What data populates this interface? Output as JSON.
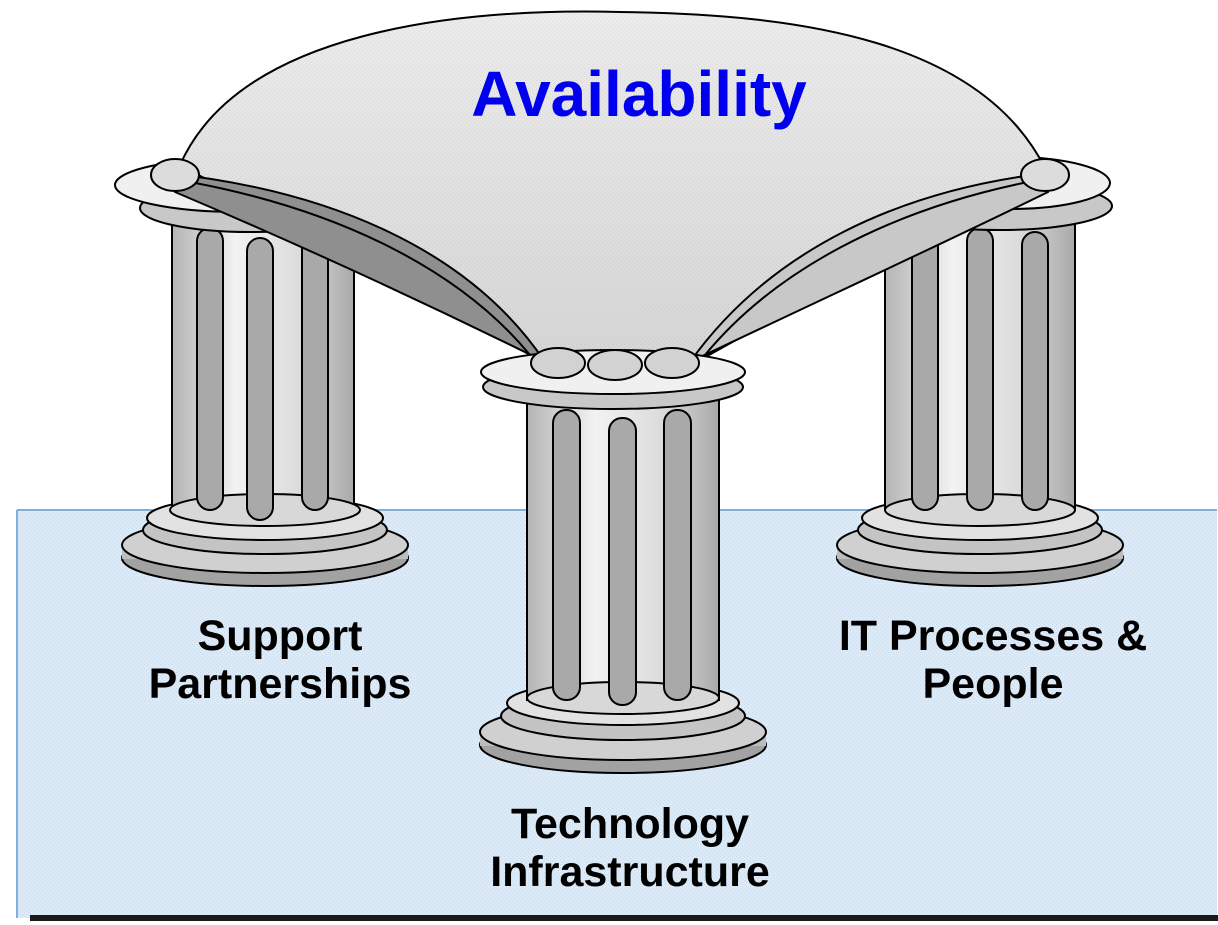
{
  "title": "Availability",
  "pillars": [
    {
      "line1": "Support",
      "line2": "Partnerships"
    },
    {
      "line1": "Technology",
      "line2": "Infrastructure"
    },
    {
      "line1": "IT Processes &",
      "line2": "People"
    }
  ],
  "colors": {
    "title": "#0000ee",
    "label": "#000000",
    "floor": "#dbeaf8",
    "floor_edge": "#6f9fd0",
    "stone_light": "#f1f1f1",
    "stone_mid": "#d0d0d0",
    "stone_dark": "#a2a2a2",
    "outline": "#000000"
  }
}
